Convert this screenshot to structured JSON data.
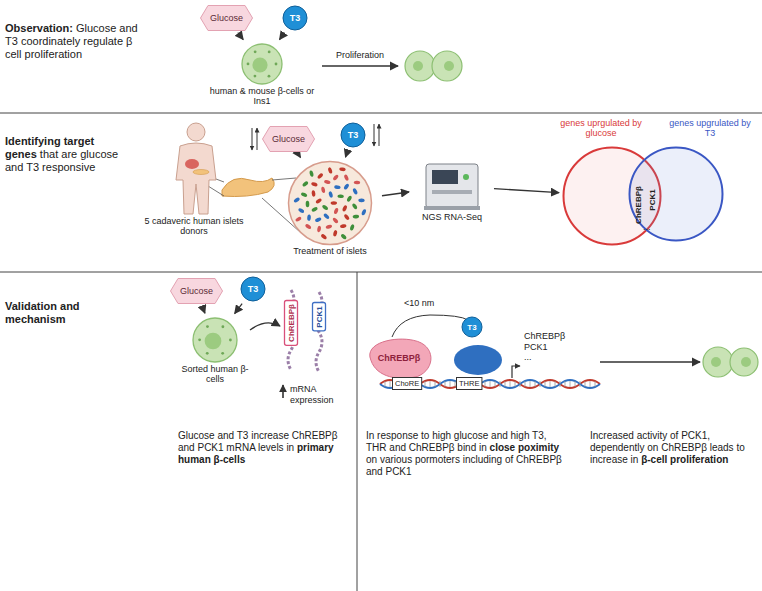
{
  "diagram": {
    "nodes": [
      {
        "text": [
          "Glucose"
        ]
      },
      {
        "text": [
          "T3"
        ]
      },
      {
        "text": [
          "human & mouse β-cells or Ins1"
        ]
      },
      {
        "text": [
          "5 cadaveric human islets donors"
        ]
      },
      {
        "text": [
          "Glucose"
        ]
      },
      {
        "text": [
          "T3"
        ]
      },
      {
        "text": [
          "Treatment of islets"
        ]
      },
      {
        "text": [
          "NGS RNA-Seq"
        ]
      },
      {
        "text": [
          "genes uprgulated by glucose"
        ]
      },
      {
        "text": [
          "genes upgrulated by T3"
        ]
      },
      {
        "text": [
          "Glucose"
        ]
      },
      {
        "text": [
          "T3"
        ]
      },
      {
        "text": [
          "Sorted human β-cells"
        ]
      },
      {
        "text": [
          "ChREBPβ"
        ]
      },
      {
        "text": [
          "PCK1"
        ]
      },
      {
        "text": [
          "ChREBPβ"
        ]
      },
      {
        "text": [
          "T3"
        ]
      },
      {
        "text": [
          "ChoRE"
        ]
      },
      {
        "text": [
          "THRE"
        ]
      }
    ],
    "edges": [
      {
        "from": 0,
        "to": 2,
        "arrow": "to"
      },
      {
        "from": 1,
        "to": 2,
        "arrow": "to"
      },
      {
        "from": 4,
        "to": 6,
        "arrow": "to"
      },
      {
        "from": 5,
        "to": 6,
        "arrow": "to"
      },
      {
        "from": 6,
        "to": 7,
        "arrow": "to"
      },
      {
        "from": 7,
        "to": 8,
        "arrow": "to"
      },
      {
        "from": 10,
        "to": 12,
        "arrow": "to"
      },
      {
        "from": 11,
        "to": 12,
        "arrow": "to"
      }
    ],
    "labels": [
      "Observation:",
      "Glucose and T3 coordinately regulate β cell proliferation",
      "Proliferation",
      "Identifying target genes",
      "that are glucose and T3 responsive",
      "ChREBPβ",
      "PCK1",
      "...",
      "Validation and mechanism",
      "mRNA expression",
      "Glucose and T3 increase ChREBPβ and PCK1 mRNA levels in",
      "primary human β-cells",
      "<10 nm",
      "ChREBPβ",
      "PCK1",
      "...",
      "In response to high glucose and high T3, THR and ChREBPβ bind in",
      "close poximity",
      "on various pormoters including of ChREBPβ and PCK1",
      "Increased activity of PCK1, dependently on ChREBPβ leads to increase in",
      "β-cell proliferation"
    ]
  }
}
